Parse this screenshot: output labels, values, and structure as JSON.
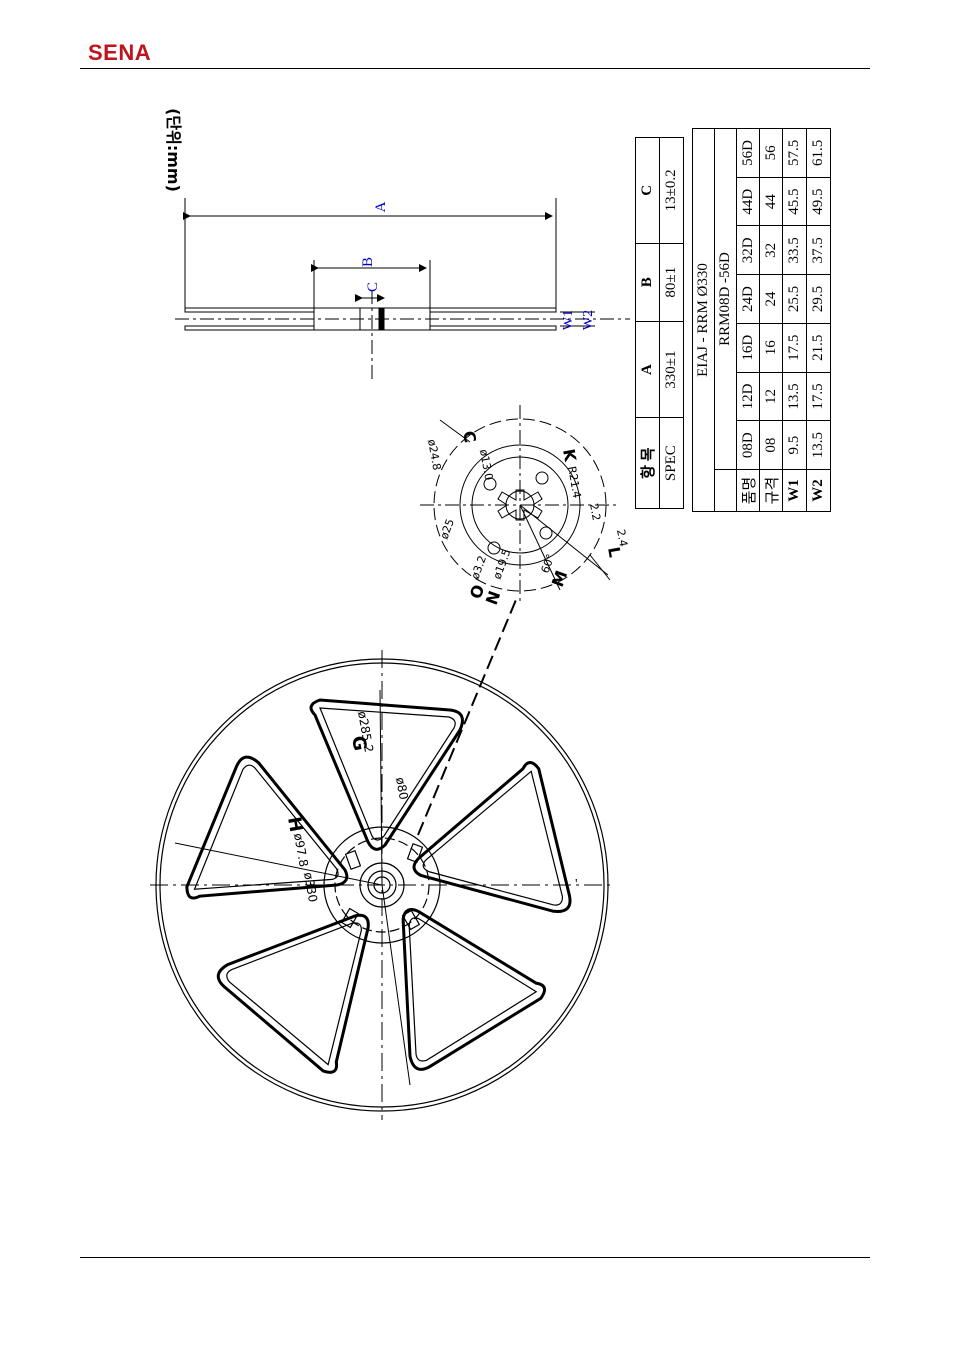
{
  "header": {
    "logo": "SENA",
    "brand_color": "#c0141c"
  },
  "drawing": {
    "unit_label": "(단위:mm)",
    "side_view": {
      "dim_a": "A",
      "dim_b": "B",
      "dim_c": "C",
      "dim_w1": "W1",
      "dim_w2": "W2"
    },
    "detail_view": {
      "labels": [
        "ø24.8",
        "C",
        "ø13.0",
        "K",
        "R21.4",
        "ø25",
        "ø19.5",
        "ø3.2",
        "O",
        "N",
        "60°",
        "M",
        "L",
        "2.4",
        "2.2"
      ]
    },
    "reel_view": {
      "labels": [
        "H",
        "ø97.8",
        "G",
        "ø285.2",
        "ø80",
        "ø330"
      ]
    }
  },
  "spec_table": {
    "headers": [
      "항 목",
      "A",
      "B",
      "C"
    ],
    "row": [
      "SPEC",
      "330±1",
      "80±1",
      "13±0.2"
    ]
  },
  "size_table": {
    "title": "EIAJ - RRM Ø330",
    "subtitle": "RRM08D -56D",
    "rows": [
      {
        "label": "품명",
        "values": [
          "08D",
          "12D",
          "16D",
          "24D",
          "32D",
          "44D",
          "56D"
        ]
      },
      {
        "label": "규격",
        "values": [
          "08",
          "12",
          "16",
          "24",
          "32",
          "44",
          "56"
        ]
      },
      {
        "label": "W1",
        "values": [
          "9.5",
          "13.5",
          "17.5",
          "25.5",
          "33.5",
          "45.5",
          "57.5"
        ]
      },
      {
        "label": "W2",
        "values": [
          "13.5",
          "17.5",
          "21.5",
          "29.5",
          "37.5",
          "49.5",
          "61.5"
        ]
      }
    ]
  }
}
